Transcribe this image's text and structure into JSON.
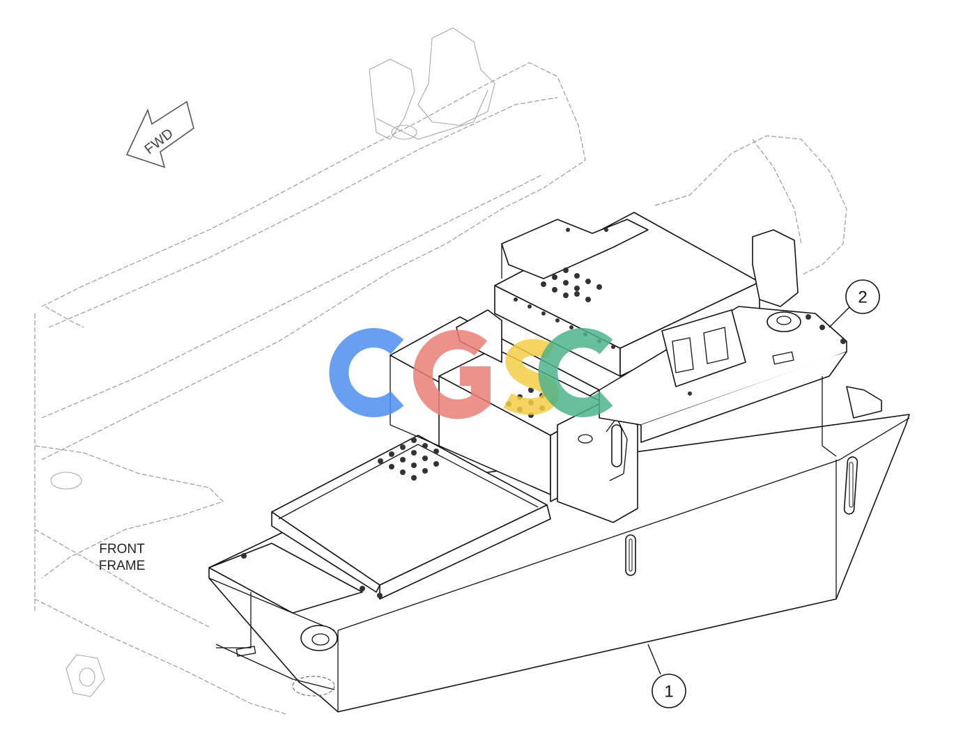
{
  "diagram": {
    "direction_arrow": {
      "label": "FWD",
      "icon": "forward-arrow-icon"
    },
    "frame_label": {
      "line1": "FRONT",
      "line2": "FRAME"
    },
    "callouts": [
      {
        "number": "1"
      },
      {
        "number": "2"
      }
    ],
    "watermark": {
      "text": "CGSC",
      "colors": [
        "#4d8ef0",
        "#ea7f76",
        "#f5cd45",
        "#4fb38a"
      ]
    }
  }
}
